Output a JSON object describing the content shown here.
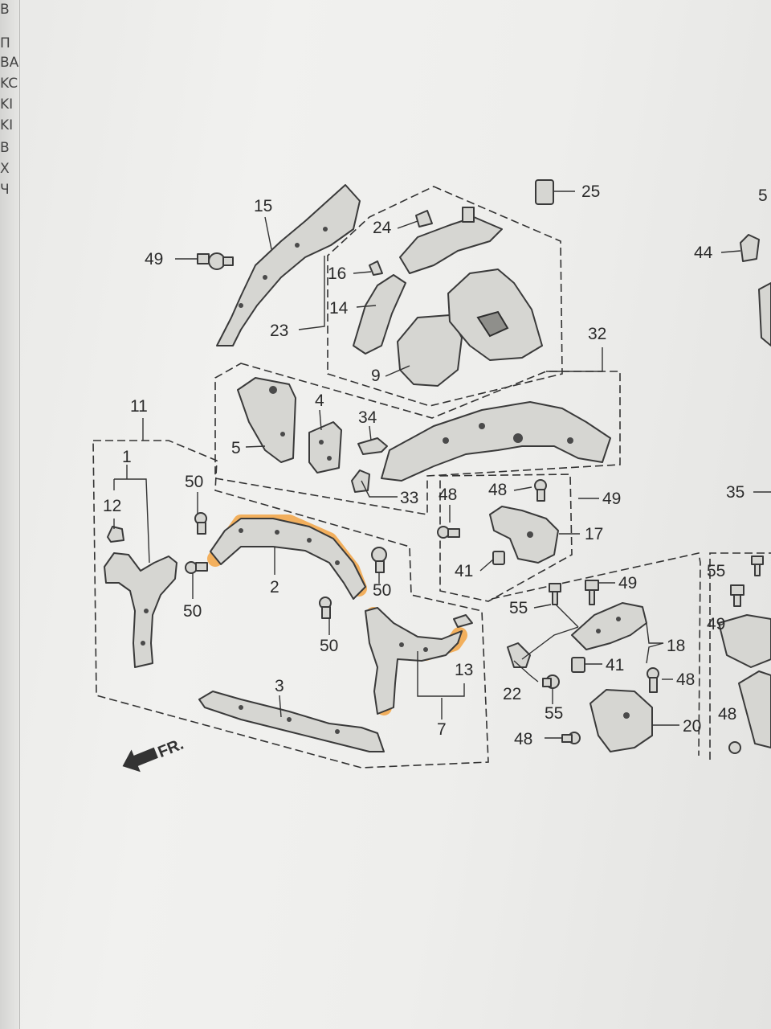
{
  "margin_text": [
    "B",
    "Π",
    "BA",
    "KC",
    "KI",
    "KI",
    "B",
    "X",
    "Ч"
  ],
  "direction_label": "FR.",
  "highlight_color": "#f39a2c",
  "callouts": [
    {
      "id": "c25",
      "text": "25"
    },
    {
      "id": "c15",
      "text": "15"
    },
    {
      "id": "c24",
      "text": "24"
    },
    {
      "id": "c49a",
      "text": "49"
    },
    {
      "id": "c16",
      "text": "16"
    },
    {
      "id": "c14",
      "text": "14"
    },
    {
      "id": "c23",
      "text": "23"
    },
    {
      "id": "c9",
      "text": "9"
    },
    {
      "id": "c32",
      "text": "32"
    },
    {
      "id": "c11",
      "text": "11"
    },
    {
      "id": "c4",
      "text": "4"
    },
    {
      "id": "c34",
      "text": "34"
    },
    {
      "id": "c5",
      "text": "5"
    },
    {
      "id": "c1",
      "text": "1"
    },
    {
      "id": "c33",
      "text": "33"
    },
    {
      "id": "c48a",
      "text": "48"
    },
    {
      "id": "c48b",
      "text": "48"
    },
    {
      "id": "c49b",
      "text": "49"
    },
    {
      "id": "c12",
      "text": "12"
    },
    {
      "id": "c50a",
      "text": "50"
    },
    {
      "id": "c17",
      "text": "17"
    },
    {
      "id": "c41a",
      "text": "41"
    },
    {
      "id": "c2",
      "text": "2"
    },
    {
      "id": "c50b",
      "text": "50"
    },
    {
      "id": "c50c",
      "text": "50"
    },
    {
      "id": "c55a",
      "text": "55"
    },
    {
      "id": "c49c",
      "text": "49"
    },
    {
      "id": "c50d",
      "text": "50"
    },
    {
      "id": "c18",
      "text": "18"
    },
    {
      "id": "c13",
      "text": "13"
    },
    {
      "id": "c41b",
      "text": "41"
    },
    {
      "id": "c3",
      "text": "3"
    },
    {
      "id": "c22",
      "text": "22"
    },
    {
      "id": "c48c",
      "text": "48"
    },
    {
      "id": "c55b",
      "text": "55"
    },
    {
      "id": "c7",
      "text": "7"
    },
    {
      "id": "c20",
      "text": "20"
    },
    {
      "id": "c48d",
      "text": "48"
    },
    {
      "id": "c44",
      "text": "44"
    },
    {
      "id": "c5r",
      "text": "5"
    },
    {
      "id": "c35",
      "text": "35"
    },
    {
      "id": "c55c",
      "text": "55"
    },
    {
      "id": "c49d",
      "text": "49"
    },
    {
      "id": "c48e",
      "text": "48"
    }
  ]
}
